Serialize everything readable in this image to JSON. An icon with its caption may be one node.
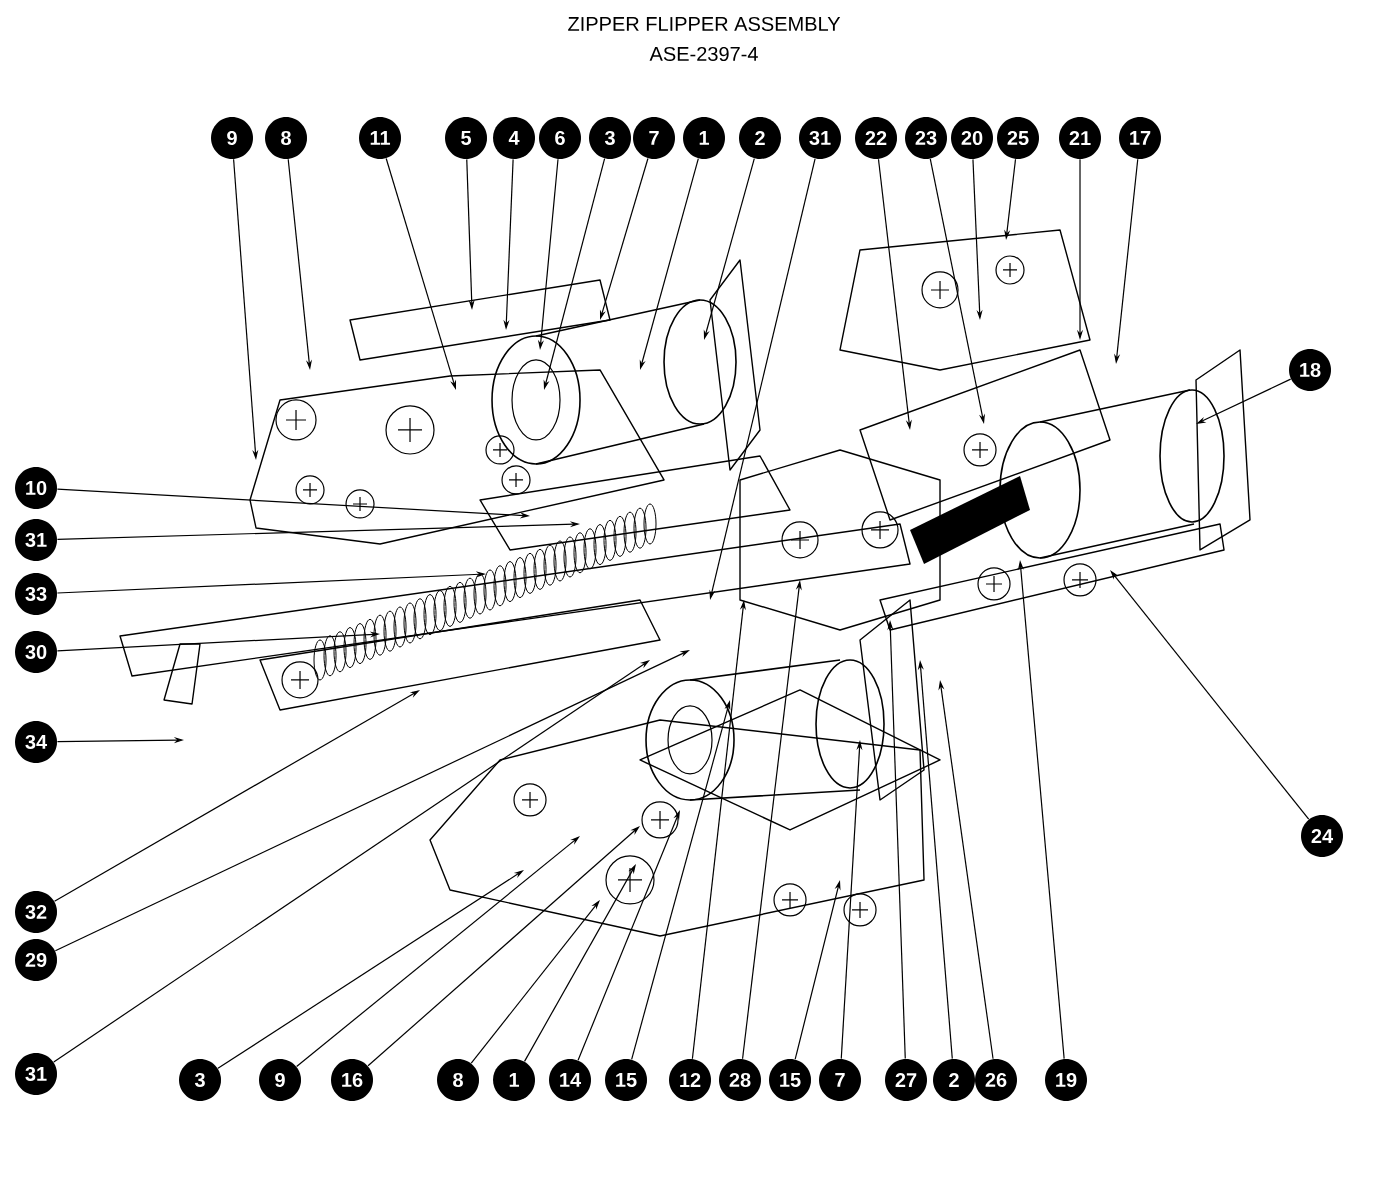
{
  "diagram": {
    "title": "ZIPPER FLIPPER ASSEMBLY",
    "labels": [
      "ASE-2397-4"
    ],
    "nodes": [
      {
        "text": [
          "9"
        ]
      },
      {
        "text": [
          "8"
        ]
      },
      {
        "text": [
          "11"
        ]
      },
      {
        "text": [
          "5"
        ]
      },
      {
        "text": [
          "4"
        ]
      },
      {
        "text": [
          "6"
        ]
      },
      {
        "text": [
          "3"
        ]
      },
      {
        "text": [
          "7"
        ]
      },
      {
        "text": [
          "1"
        ]
      },
      {
        "text": [
          "2"
        ]
      },
      {
        "text": [
          "31"
        ]
      },
      {
        "text": [
          "22"
        ]
      },
      {
        "text": [
          "23"
        ]
      },
      {
        "text": [
          "20"
        ]
      },
      {
        "text": [
          "25"
        ]
      },
      {
        "text": [
          "21"
        ]
      },
      {
        "text": [
          "17"
        ]
      },
      {
        "text": [
          "18"
        ]
      },
      {
        "text": [
          "10"
        ]
      },
      {
        "text": [
          "31"
        ]
      },
      {
        "text": [
          "33"
        ]
      },
      {
        "text": [
          "30"
        ]
      },
      {
        "text": [
          "34"
        ]
      },
      {
        "text": [
          "32"
        ]
      },
      {
        "text": [
          "29"
        ]
      },
      {
        "text": [
          "31"
        ]
      },
      {
        "text": [
          "24"
        ]
      },
      {
        "text": [
          "3"
        ]
      },
      {
        "text": [
          "9"
        ]
      },
      {
        "text": [
          "16"
        ]
      },
      {
        "text": [
          "8"
        ]
      },
      {
        "text": [
          "1"
        ]
      },
      {
        "text": [
          "14"
        ]
      },
      {
        "text": [
          "15"
        ]
      },
      {
        "text": [
          "12"
        ]
      },
      {
        "text": [
          "28"
        ]
      },
      {
        "text": [
          "15"
        ]
      },
      {
        "text": [
          "7"
        ]
      },
      {
        "text": [
          "27"
        ]
      },
      {
        "text": [
          "2"
        ]
      },
      {
        "text": [
          "26"
        ]
      },
      {
        "text": [
          "19"
        ]
      }
    ],
    "edges": [
      {
        "from": 0,
        "to": null,
        "arrow": "to"
      },
      {
        "from": 1,
        "to": null,
        "arrow": "to"
      },
      {
        "from": 2,
        "to": null,
        "arrow": "to"
      },
      {
        "from": 3,
        "to": null,
        "arrow": "to"
      },
      {
        "from": 4,
        "to": null,
        "arrow": "to"
      },
      {
        "from": 5,
        "to": null,
        "arrow": "to"
      },
      {
        "from": 6,
        "to": null,
        "arrow": "to"
      },
      {
        "from": 7,
        "to": null,
        "arrow": "to"
      },
      {
        "from": 8,
        "to": null,
        "arrow": "to"
      },
      {
        "from": 9,
        "to": null,
        "arrow": "to"
      },
      {
        "from": 10,
        "to": null,
        "arrow": "to"
      },
      {
        "from": 11,
        "to": null,
        "arrow": "to"
      },
      {
        "from": 12,
        "to": null,
        "arrow": "to"
      },
      {
        "from": 13,
        "to": null,
        "arrow": "to"
      },
      {
        "from": 14,
        "to": null,
        "arrow": "to"
      },
      {
        "from": 15,
        "to": null,
        "arrow": "to"
      },
      {
        "from": 16,
        "to": null,
        "arrow": "to"
      },
      {
        "from": 17,
        "to": null,
        "arrow": "to"
      },
      {
        "from": 18,
        "to": null,
        "arrow": "to"
      },
      {
        "from": 19,
        "to": null,
        "arrow": "to"
      },
      {
        "from": 20,
        "to": null,
        "arrow": "to"
      },
      {
        "from": 21,
        "to": null,
        "arrow": "to"
      },
      {
        "from": 22,
        "to": null,
        "arrow": "to"
      },
      {
        "from": 23,
        "to": null,
        "arrow": "to"
      },
      {
        "from": 24,
        "to": null,
        "arrow": "to"
      },
      {
        "from": 25,
        "to": null,
        "arrow": "to"
      },
      {
        "from": 26,
        "to": null,
        "arrow": "to"
      },
      {
        "from": 27,
        "to": null,
        "arrow": "to"
      },
      {
        "from": 28,
        "to": null,
        "arrow": "to"
      },
      {
        "from": 29,
        "to": null,
        "arrow": "to"
      },
      {
        "from": 30,
        "to": null,
        "arrow": "to"
      },
      {
        "from": 31,
        "to": null,
        "arrow": "to"
      },
      {
        "from": 32,
        "to": null,
        "arrow": "to"
      },
      {
        "from": 33,
        "to": null,
        "arrow": "to"
      },
      {
        "from": 34,
        "to": null,
        "arrow": "to"
      },
      {
        "from": 35,
        "to": null,
        "arrow": "to"
      },
      {
        "from": 36,
        "to": null,
        "arrow": "to"
      },
      {
        "from": 37,
        "to": null,
        "arrow": "to"
      },
      {
        "from": 38,
        "to": null,
        "arrow": "to"
      },
      {
        "from": 39,
        "to": null,
        "arrow": "to"
      },
      {
        "from": 40,
        "to": null,
        "arrow": "to"
      },
      {
        "from": 41,
        "to": null,
        "arrow": "to"
      }
    ]
  }
}
